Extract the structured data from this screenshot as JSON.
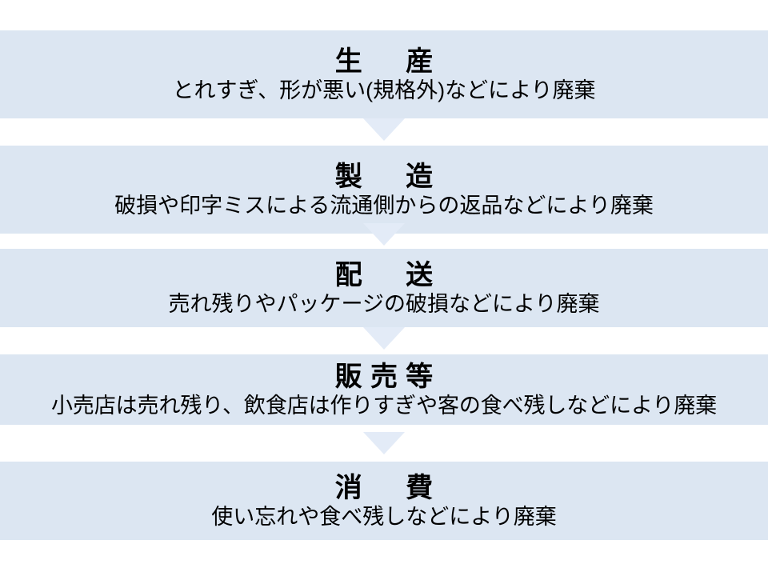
{
  "diagram": {
    "type": "vertical-flow",
    "band_color": "#dce6f2",
    "arrow_color": "#e3ebf7",
    "background_color": "#ffffff",
    "text_color": "#000000",
    "stages": [
      {
        "id": "production",
        "title": "生　産",
        "description": "とれすぎ、形が悪い(規格外)などにより廃棄"
      },
      {
        "id": "manufacturing",
        "title": "製　造",
        "description": "破損や印字ミスによる流通側からの返品などにより廃棄"
      },
      {
        "id": "delivery",
        "title": "配　送",
        "description": "売れ残りやパッケージの破損などにより廃棄"
      },
      {
        "id": "sales",
        "title": "販売等",
        "description": "小売店は売れ残り、飲食店は作りすぎや客の食べ残しなどにより廃棄"
      },
      {
        "id": "consumption",
        "title": "消　費",
        "description": "使い忘れや食べ残しなどにより廃棄"
      }
    ],
    "connectors": [
      {
        "id": "arrow-production-to-manufacturing",
        "icon": "arrow-down-triangle-icon"
      },
      {
        "id": "arrow-manufacturing-to-delivery",
        "icon": "arrow-down-triangle-icon"
      },
      {
        "id": "arrow-delivery-to-sales",
        "icon": "arrow-down-triangle-icon"
      },
      {
        "id": "arrow-sales-to-consumption",
        "icon": "arrow-down-triangle-icon"
      }
    ]
  }
}
